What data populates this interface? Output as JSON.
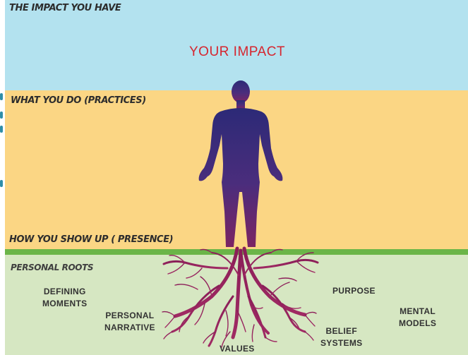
{
  "sections": {
    "impact": "THE IMPACT YOU HAVE",
    "practices": "WHAT YOU DO (PRACTICES)",
    "presence": "HOW YOU SHOW UP ( PRESENCE)",
    "roots": "PERSONAL ROOTS"
  },
  "headline": "YOUR IMPACT",
  "roots": {
    "defining_moments": [
      "DEFINING",
      "MOMENTS"
    ],
    "personal_narrative": [
      "PERSONAL",
      "NARRATIVE"
    ],
    "values": "VALUES",
    "purpose": "PURPOSE",
    "belief_systems": [
      "BELIEF",
      "SYSTEMS"
    ],
    "mental_models": [
      "MENTAL",
      "MODELS"
    ]
  },
  "colors": {
    "sky": "#b3e2ef",
    "practice": "#fbd684",
    "ground": "#6bb548",
    "roots_band": "#d6e7c2",
    "headline": "#d6262f",
    "figure_top": "#2c2a77",
    "figure_bottom": "#8a1e58"
  },
  "icons": [
    "person-silhouette-icon",
    "tree-roots-icon"
  ]
}
